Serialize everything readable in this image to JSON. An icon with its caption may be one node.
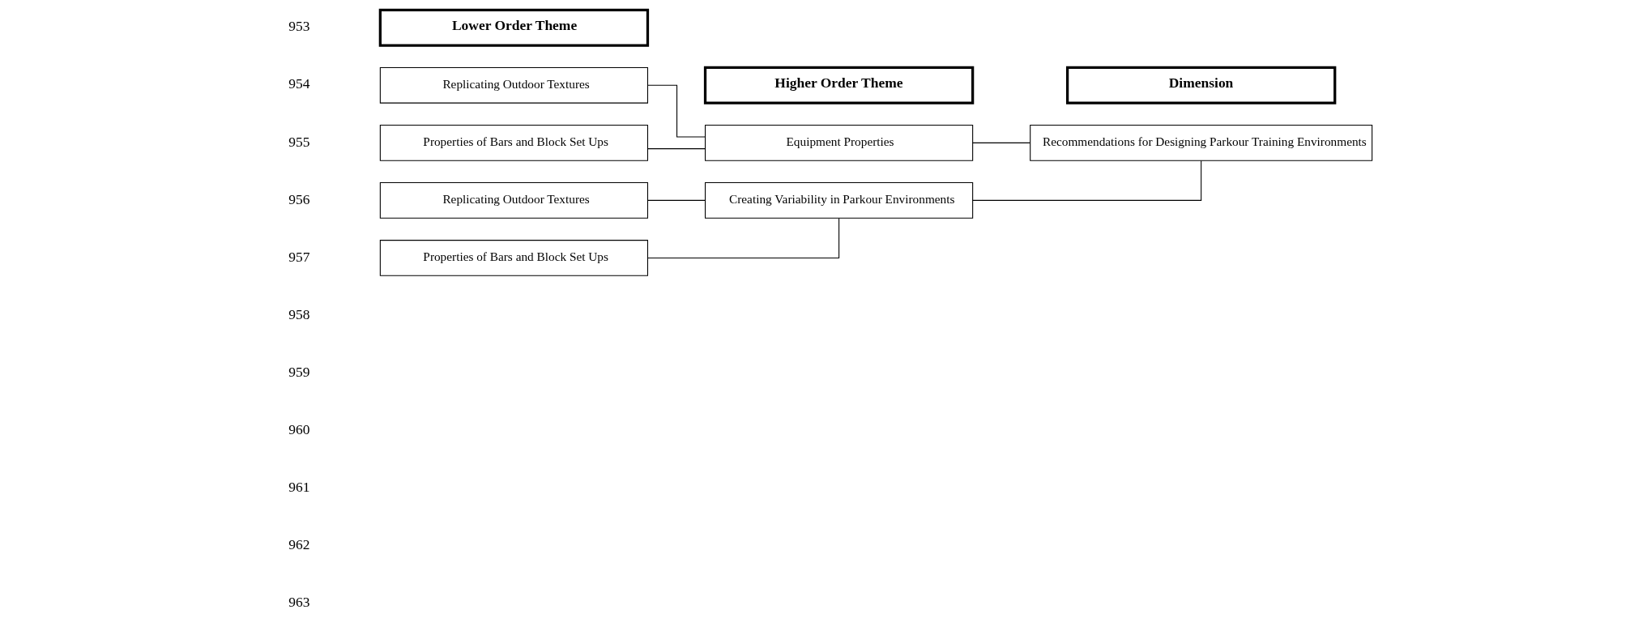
{
  "diagram": {
    "nodes": [
      {
        "text": [
          "Lower Order Theme"
        ]
      },
      {
        "text": [
          "Higher Order Theme"
        ]
      },
      {
        "text": [
          "Dimension"
        ]
      },
      {
        "text": [
          "Replicating Outdoor Textures"
        ]
      },
      {
        "text": [
          "Properties of Bars and Block Set Ups"
        ]
      },
      {
        "text": [
          "Equipment Properties"
        ]
      },
      {
        "text": [
          "Replicating Outdoor Textures"
        ]
      },
      {
        "text": [
          "Properties of Bars and Block Set Ups"
        ]
      },
      {
        "text": [
          "Creating Variability in Parkour Environments"
        ]
      },
      {
        "text": [
          "Recommendations for Designing Parkour Training Environments"
        ]
      }
    ],
    "edges": [
      {
        "from": 3,
        "to": 5,
        "arrow": "none"
      },
      {
        "from": 4,
        "to": 5,
        "arrow": "none"
      },
      {
        "from": 6,
        "to": 8,
        "arrow": "none"
      },
      {
        "from": 7,
        "to": 8,
        "arrow": "none"
      },
      {
        "from": 5,
        "to": 9,
        "arrow": "none"
      },
      {
        "from": 8,
        "to": 9,
        "arrow": "none"
      }
    ],
    "labels": [
      "953",
      "954",
      "955",
      "956",
      "957",
      "958",
      "959",
      "960",
      "961",
      "962",
      "963"
    ]
  }
}
